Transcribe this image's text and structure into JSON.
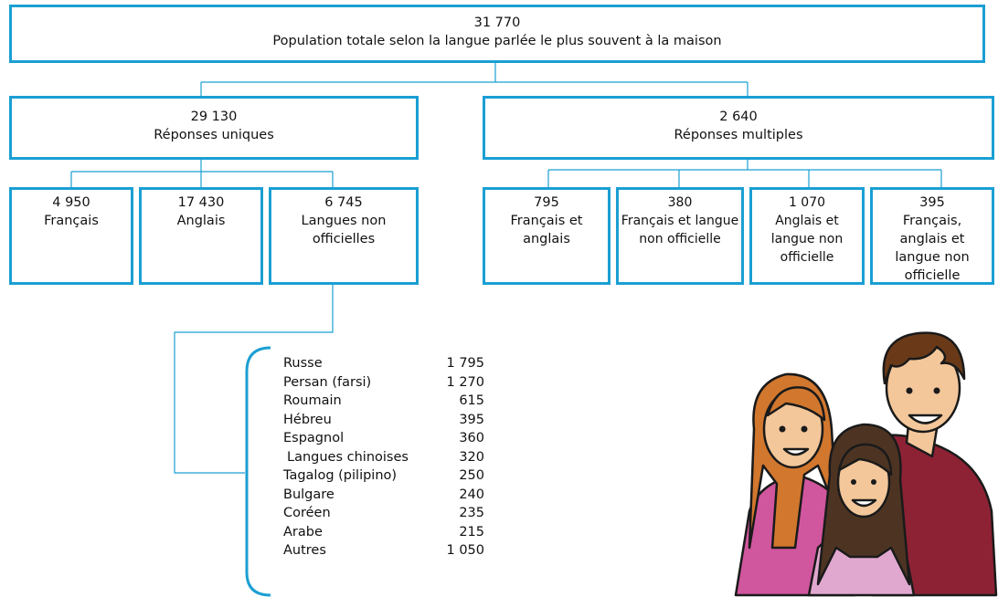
{
  "total": {
    "value": "31 770",
    "label": "Population totale selon la langue parlée le plus souvent à la maison"
  },
  "single": {
    "value": "29 130",
    "label": "Réponses uniques"
  },
  "multiple": {
    "value": "2 640",
    "label": "Réponses multiples"
  },
  "single_items": [
    {
      "value": "4 950",
      "label": "Français"
    },
    {
      "value": "17 430",
      "label": "Anglais"
    },
    {
      "value": "6 745",
      "label": "Langues non officielles"
    }
  ],
  "multiple_items": [
    {
      "value": "795",
      "label": "Français et anglais"
    },
    {
      "value": "380",
      "label": "Français et langue non officielle"
    },
    {
      "value": "1 070",
      "label": "Anglais et langue non officielle"
    },
    {
      "value": "395",
      "label": "Français, anglais et langue non officielle"
    }
  ],
  "languages": [
    {
      "name": "Russe",
      "value": "1 795"
    },
    {
      "name": "Persan (farsi)",
      "value": "1 270"
    },
    {
      "name": "Roumain",
      "value": "615"
    },
    {
      "name": "Hébreu",
      "value": "395"
    },
    {
      "name": "Espagnol",
      "value": "360"
    },
    {
      "name": "Langues chinoises",
      "value": "320"
    },
    {
      "name": "Tagalog (pilipino)",
      "value": "250"
    },
    {
      "name": "Bulgare",
      "value": "240"
    },
    {
      "name": "Coréen",
      "value": "235"
    },
    {
      "name": "Arabe",
      "value": "215"
    },
    {
      "name": "Autres",
      "value": "1 050"
    }
  ],
  "colors": {
    "border": "#1a9fd3",
    "line": "#1a9fd3"
  },
  "illustration": "family-illustration"
}
